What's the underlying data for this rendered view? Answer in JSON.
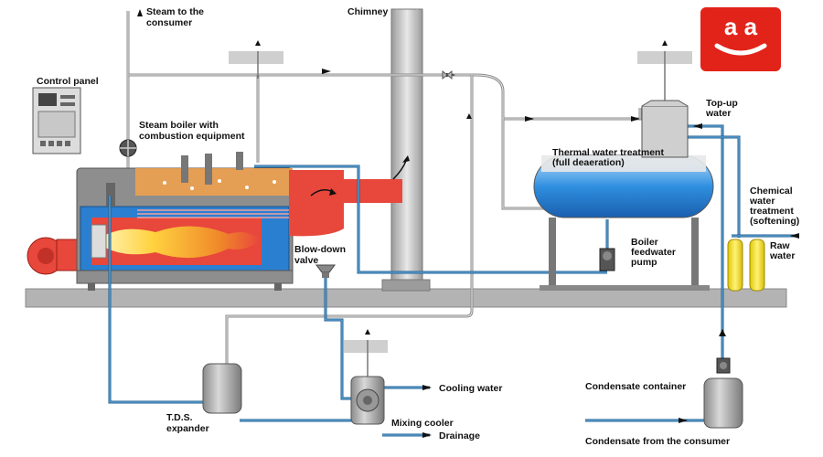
{
  "labels": {
    "steam_to_consumer": [
      "Steam to the",
      "consumer"
    ],
    "chimney": "Chimney",
    "control_panel": "Control panel",
    "steam_boiler": [
      "Steam boiler with",
      "combustion equipment"
    ],
    "thermal_water_treatment": [
      "Thermal water treatment",
      "(full deaeration)"
    ],
    "top_up_water": [
      "Top-up",
      "water"
    ],
    "chemical_water_treatment": [
      "Chemical",
      "water",
      "treatment",
      "(softening)"
    ],
    "raw_water": [
      "Raw",
      "water"
    ],
    "blow_down_valve": [
      "Blow-down",
      "valve"
    ],
    "boiler_feedwater_pump": [
      "Boiler",
      "feedwater",
      "pump"
    ],
    "tds_expander": [
      "T.D.S.",
      "expander"
    ],
    "mixing_cooler": "Mixing cooler",
    "cooling_water": "Cooling water",
    "drainage": "Drainage",
    "condensate_container": "Condensate container",
    "condensate_from_consumer": "Condensate from the consumer"
  },
  "logo": {
    "text": "a a",
    "color": "#e2231a"
  },
  "colors": {
    "pipe_blue": "#1f5d8f",
    "pipe_grey": "#8c8c8c",
    "flue_red": "#e8473b",
    "flame_yellow": "#ffd23f",
    "water_blue": "#2f8fe0",
    "boiler_orange": "#f4a24a"
  }
}
